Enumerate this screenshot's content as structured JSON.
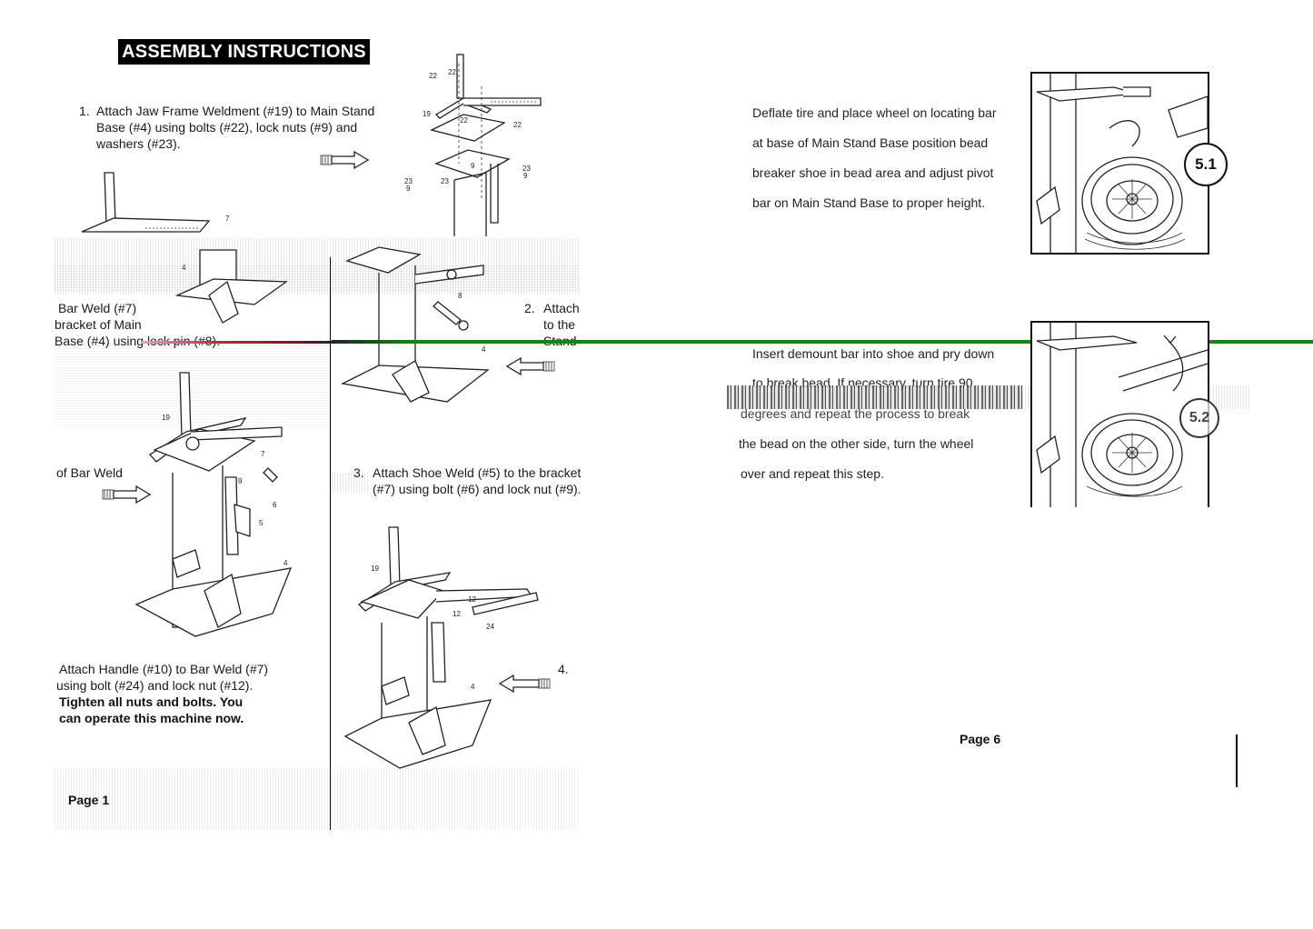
{
  "left": {
    "title": "ASSEMBLY INSTRUCTIONS",
    "step1": {
      "number": "1.",
      "line1": "Attach Jaw Frame Weldment (#19) to Main Stand",
      "line2": "Base (#4) using bolts (#22), lock nuts (#9) and",
      "line3": "washers (#23)."
    },
    "step2": {
      "number": "2.",
      "left1": "Bar Weld (#7)",
      "left2": "bracket of Main",
      "left3": "Base (#4) using lock pin (#8).",
      "right1": "Attach",
      "right2": "to the",
      "right3": "Stand"
    },
    "step3": {
      "number": "3.",
      "left1": "of Bar Weld",
      "line1": "Attach Shoe Weld (#5) to the bracket",
      "line2": "(#7) using bolt (#6) and lock nut (#9)."
    },
    "step4": {
      "number": "4.",
      "line1": "Attach Handle (#10) to Bar Weld (#7)",
      "line2": "using bolt (#24) and lock nut (#12).",
      "bold1": "Tighten all nuts and bolts. You",
      "bold2": "can operate this machine now."
    },
    "page_label": "Page 1",
    "part_labels": {
      "p22": "22",
      "p19": "19",
      "p9": "9",
      "p23": "23",
      "p7": "7",
      "p4": "4",
      "p8": "8",
      "p6": "6",
      "p5": "5",
      "p12": "12",
      "p24": "24"
    }
  },
  "right": {
    "step51": {
      "line1": "Deflate tire and place wheel on locating bar",
      "line2": "at base of Main Stand Base position bead",
      "line3": "breaker shoe in bead area and adjust pivot",
      "line4": "bar on Main Stand Base to proper height.",
      "badge": "5.1"
    },
    "step52": {
      "line1": "Insert demount bar into shoe and pry down",
      "line2": "to break bead. If necessary, turn tire 90",
      "line3": "degrees and repeat the process to break",
      "line4": "the bead on the other side, turn the wheel",
      "line5": "over and repeat this step.",
      "badge": "5.2"
    },
    "page_label": "Page 6"
  },
  "colors": {
    "title_bg": "#000000",
    "title_fg": "#ffffff",
    "green_line": "#0a8a0a",
    "red_line": "#d81b3c"
  }
}
